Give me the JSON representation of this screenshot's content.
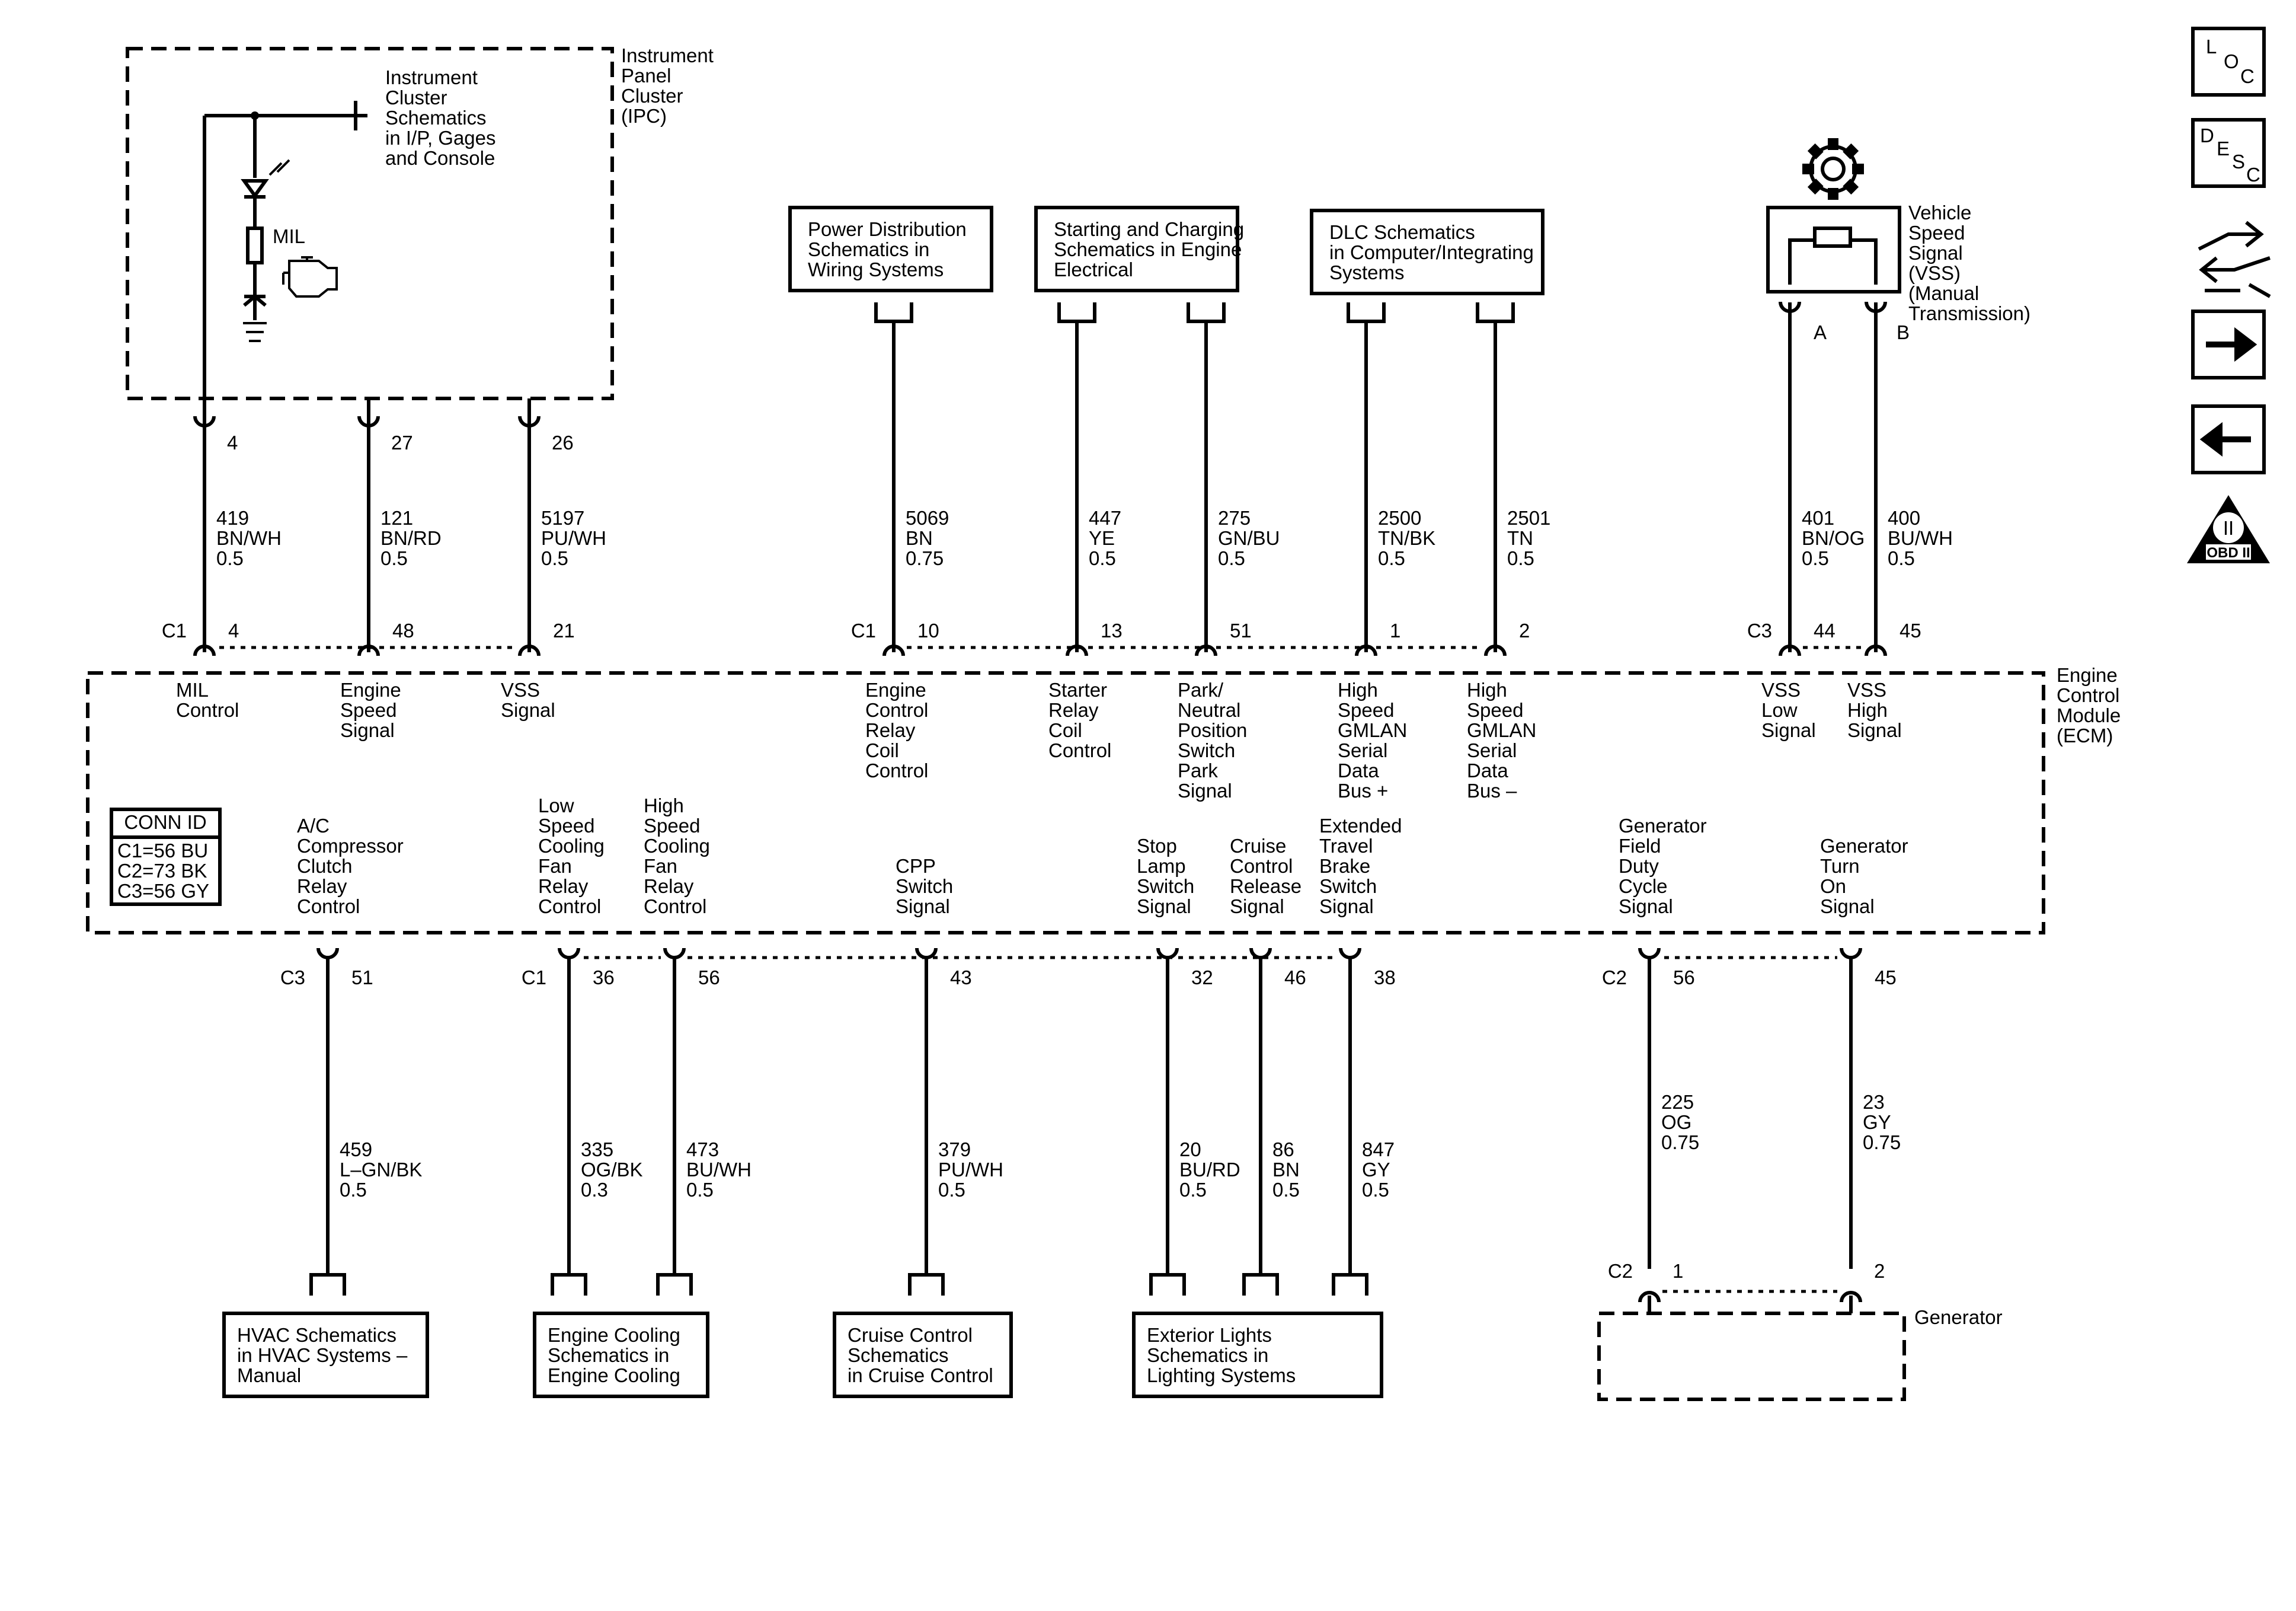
{
  "ipc": {
    "ref_lines": [
      "Instrument",
      "Cluster",
      "Schematics",
      "in I/P, Gages",
      "and Console"
    ],
    "name_lines": [
      "Instrument",
      "Panel",
      "Cluster",
      "(IPC)"
    ],
    "mil_label": "MIL"
  },
  "ecm": {
    "name_lines": [
      "Engine",
      "Control",
      "Module",
      "(ECM)"
    ],
    "conn_id": {
      "title": "CONN ID",
      "rows": [
        "C1=56 BU",
        "C2=73 BK",
        "C3=56 GY"
      ]
    }
  },
  "vss_sensor": {
    "name_lines": [
      "Vehicle",
      "Speed",
      "Signal",
      "(VSS)",
      "(Manual",
      "Transmission)"
    ],
    "pin_a": "A",
    "pin_b": "B"
  },
  "generator": {
    "name": "Generator",
    "connector": "C2",
    "pin_1": "1",
    "pin_2": "2"
  },
  "top_refs": [
    {
      "lines": [
        "Power Distribution",
        "Schematics in",
        "Wiring Systems"
      ]
    },
    {
      "lines": [
        "Starting and Charging",
        "Schematics in Engine",
        "Electrical"
      ]
    },
    {
      "lines": [
        "DLC Schematics",
        "in Computer/Integrating",
        "Systems"
      ]
    }
  ],
  "bottom_refs": [
    {
      "lines": [
        "HVAC Schematics",
        "in HVAC Systems –",
        "Manual"
      ]
    },
    {
      "lines": [
        "Engine Cooling",
        "Schematics in",
        "Engine Cooling"
      ]
    },
    {
      "lines": [
        "Cruise Control",
        "Schematics",
        "in Cruise Control"
      ]
    },
    {
      "lines": [
        "Exterior Lights",
        "Schematics in",
        "Lighting Systems"
      ]
    }
  ],
  "top_wires": [
    {
      "id": "mil-control",
      "src_pin": "4",
      "circuit": "419",
      "color": "BN/WH",
      "gauge": "0.5",
      "conn": "C1",
      "pin": "4",
      "func": [
        "MIL",
        "Control"
      ]
    },
    {
      "id": "engine-speed",
      "src_pin": "27",
      "circuit": "121",
      "color": "BN/RD",
      "gauge": "0.5",
      "conn": "",
      "pin": "48",
      "func": [
        "Engine",
        "Speed",
        "Signal"
      ]
    },
    {
      "id": "vss-signal",
      "src_pin": "26",
      "circuit": "5197",
      "color": "PU/WH",
      "gauge": "0.5",
      "conn": "",
      "pin": "21",
      "func": [
        "VSS",
        "Signal"
      ]
    },
    {
      "id": "engine-control-relay",
      "src_pin": "",
      "circuit": "5069",
      "color": "BN",
      "gauge": "0.75",
      "conn": "C1",
      "pin": "10",
      "func": [
        "Engine",
        "Control",
        "Relay",
        "Coil",
        "Control"
      ]
    },
    {
      "id": "starter-relay",
      "src_pin": "",
      "circuit": "447",
      "color": "YE",
      "gauge": "0.5",
      "conn": "",
      "pin": "13",
      "func": [
        "Starter",
        "Relay",
        "Coil",
        "Control"
      ]
    },
    {
      "id": "park-neutral",
      "src_pin": "",
      "circuit": "275",
      "color": "GN/BU",
      "gauge": "0.5",
      "conn": "",
      "pin": "51",
      "func": [
        "Park/",
        "Neutral",
        "Position",
        "Switch",
        "Park",
        "Signal"
      ]
    },
    {
      "id": "gmlan-plus",
      "src_pin": "",
      "circuit": "2500",
      "color": "TN/BK",
      "gauge": "0.5",
      "conn": "",
      "pin": "1",
      "func": [
        "High",
        "Speed",
        "GMLAN",
        "Serial",
        "Data",
        "Bus +"
      ]
    },
    {
      "id": "gmlan-minus",
      "src_pin": "",
      "circuit": "2501",
      "color": "TN",
      "gauge": "0.5",
      "conn": "",
      "pin": "2",
      "func": [
        "High",
        "Speed",
        "GMLAN",
        "Serial",
        "Data",
        "Bus –"
      ]
    },
    {
      "id": "vss-low",
      "src_pin": "",
      "circuit": "401",
      "color": "BN/OG",
      "gauge": "0.5",
      "conn": "C3",
      "pin": "44",
      "func": [
        "VSS",
        "Low",
        "Signal"
      ]
    },
    {
      "id": "vss-high",
      "src_pin": "",
      "circuit": "400",
      "color": "BU/WH",
      "gauge": "0.5",
      "conn": "",
      "pin": "45",
      "func": [
        "VSS",
        "High",
        "Signal"
      ]
    }
  ],
  "bottom_wires": [
    {
      "id": "ac-clutch",
      "conn": "C3",
      "pin": "51",
      "circuit": "459",
      "color": "L–GN/BK",
      "gauge": "0.5",
      "func": [
        "A/C",
        "Compressor",
        "Clutch",
        "Relay",
        "Control"
      ]
    },
    {
      "id": "low-fan",
      "conn": "C1",
      "pin": "36",
      "circuit": "335",
      "color": "OG/BK",
      "gauge": "0.3",
      "func": [
        "Low",
        "Speed",
        "Cooling",
        "Fan",
        "Relay",
        "Control"
      ]
    },
    {
      "id": "high-fan",
      "conn": "",
      "pin": "56",
      "circuit": "473",
      "color": "BU/WH",
      "gauge": "0.5",
      "func": [
        "High",
        "Speed",
        "Cooling",
        "Fan",
        "Relay",
        "Control"
      ]
    },
    {
      "id": "cpp-switch",
      "conn": "",
      "pin": "43",
      "circuit": "379",
      "color": "PU/WH",
      "gauge": "0.5",
      "func": [
        "CPP",
        "Switch",
        "Signal"
      ]
    },
    {
      "id": "stop-lamp",
      "conn": "",
      "pin": "32",
      "circuit": "20",
      "color": "BU/RD",
      "gauge": "0.5",
      "func": [
        "Stop",
        "Lamp",
        "Switch",
        "Signal"
      ]
    },
    {
      "id": "cruise-release",
      "conn": "",
      "pin": "46",
      "circuit": "86",
      "color": "BN",
      "gauge": "0.5",
      "func": [
        "Cruise",
        "Control",
        "Release",
        "Signal"
      ]
    },
    {
      "id": "extended-brake",
      "conn": "",
      "pin": "38",
      "circuit": "847",
      "color": "GY",
      "gauge": "0.5",
      "func": [
        "Extended",
        "Travel",
        "Brake",
        "Switch",
        "Signal"
      ]
    },
    {
      "id": "gen-field",
      "conn": "C2",
      "pin": "56",
      "circuit": "225",
      "color": "OG",
      "gauge": "0.75",
      "func": [
        "Generator",
        "Field",
        "Duty",
        "Cycle",
        "Signal"
      ]
    },
    {
      "id": "gen-turn-on",
      "conn": "",
      "pin": "45",
      "circuit": "23",
      "color": "GY",
      "gauge": "0.75",
      "func": [
        "Generator",
        "Turn",
        "On",
        "Signal"
      ]
    }
  ],
  "sidebar": {
    "loc": [
      "L",
      "O",
      "C"
    ],
    "desc": [
      "D",
      "E",
      "S",
      "C"
    ],
    "obd_numeral": "II",
    "obd_label": "OBD II"
  }
}
